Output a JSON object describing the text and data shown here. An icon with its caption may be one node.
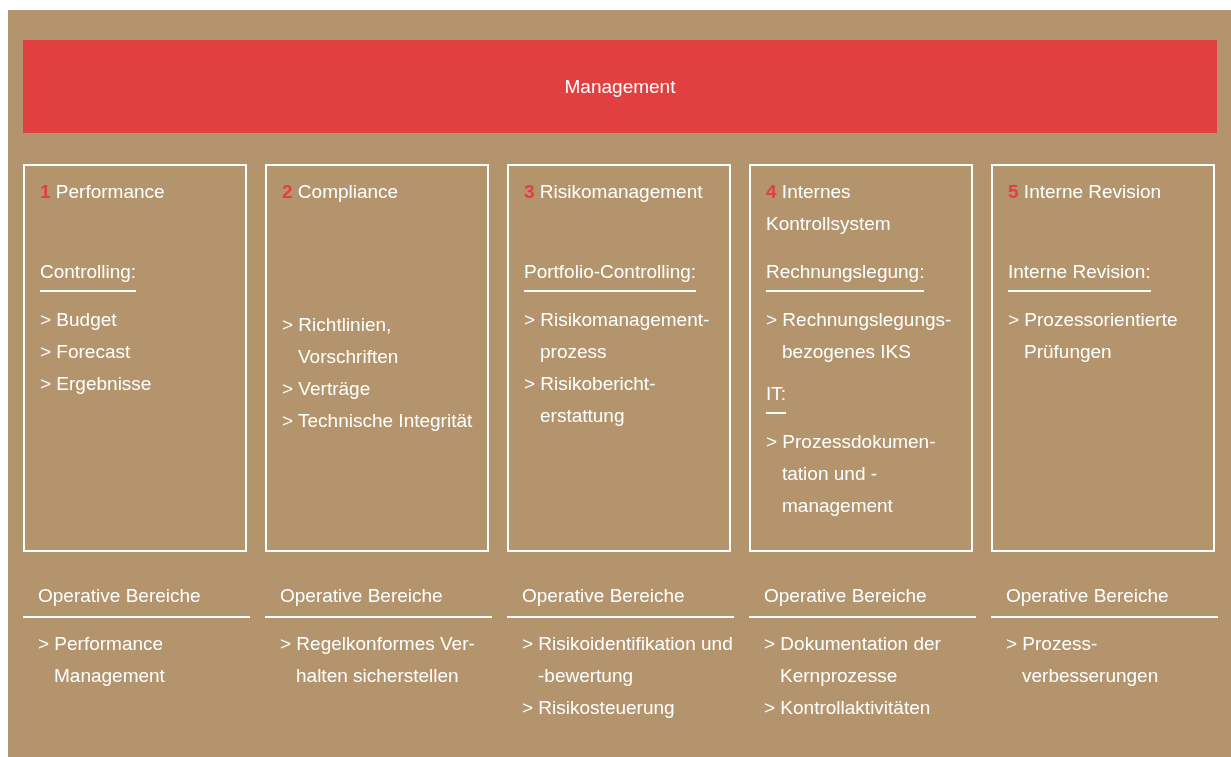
{
  "diagram": {
    "nodes": [
      {
        "text": [
          "Management"
        ]
      },
      {
        "text": [
          "1 Performance",
          "Controlling:",
          "> Budget",
          "> Forecast",
          "> Ergebnisse"
        ]
      },
      {
        "text": [
          "2 Compliance",
          "> Richtlinien, Vorschriften",
          "> Verträge",
          "> Technische Integrität"
        ]
      },
      {
        "text": [
          "3 Risikomanagement",
          "Portfolio-Controlling:",
          "> Risikomanagement- prozess",
          "> Risikobericht- erstattung"
        ]
      },
      {
        "text": [
          "4 Internes Kontrollsystem",
          "Rechnungslegung:",
          "> Rechnungslegungs- bezogenes IKS",
          "IT:",
          "> Prozessdokumen- tation und -management"
        ]
      },
      {
        "text": [
          "5 Interne Revision",
          "Interne Revision:",
          "> Prozessorientierte Prüfungen"
        ]
      }
    ],
    "labels": [
      "Operative Bereiche",
      "> Performance Management",
      "Operative Bereiche",
      "> Regelkonformes Ver- halten sicherstellen",
      "Operative Bereiche",
      "> Risikoidentifikation und -bewertung",
      "> Risikosteuerung",
      "Operative Bereiche",
      "> Dokumentation der Kernprozesse",
      "> Kontrollaktivitäten",
      "Operative Bereiche",
      "> Prozess- verbesserungen"
    ]
  }
}
